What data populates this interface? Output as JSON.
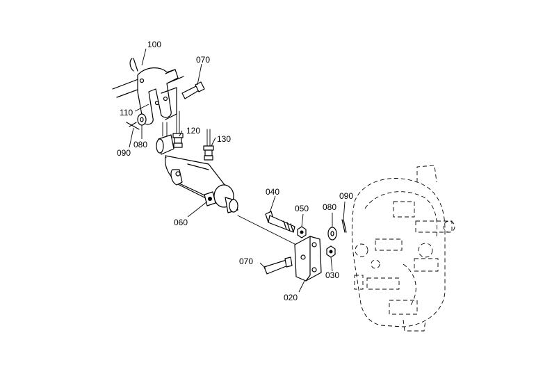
{
  "labels": {
    "p020": "020",
    "p030": "030",
    "p040": "040",
    "p050": "050",
    "p060": "060",
    "p070_top": "070",
    "p070_bottom": "070",
    "p080_left": "080",
    "p080_right": "080",
    "p090_left": "090",
    "p090_right": "090",
    "p100": "100",
    "p110": "110",
    "p120": "120",
    "p130": "130"
  }
}
